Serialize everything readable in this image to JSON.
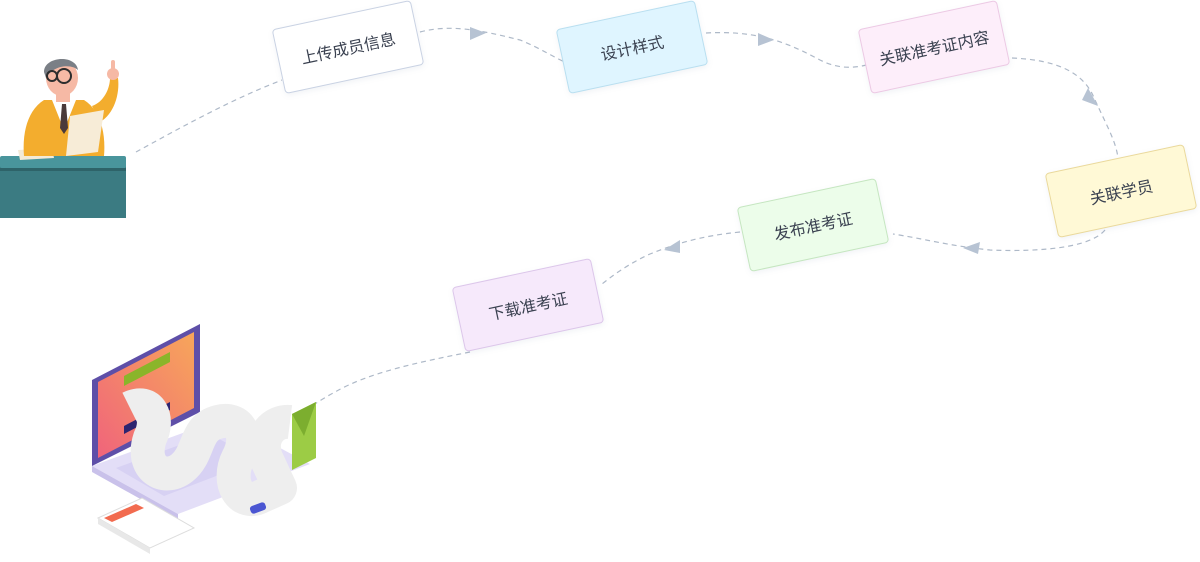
{
  "steps": [
    {
      "label": "上传成员信息"
    },
    {
      "label": "设计样式"
    },
    {
      "label": "关联准考证内容"
    },
    {
      "label": "关联学员"
    },
    {
      "label": "发布准考证"
    },
    {
      "label": "下载准考证"
    }
  ],
  "colors": {
    "connector": "#aeb9c8",
    "arrow": "#b7c3d3",
    "step_text": "#3a4150"
  },
  "illustrations": {
    "top_left": "teacher-holding-paper",
    "bottom_left": "laptop-printing-certificates"
  }
}
